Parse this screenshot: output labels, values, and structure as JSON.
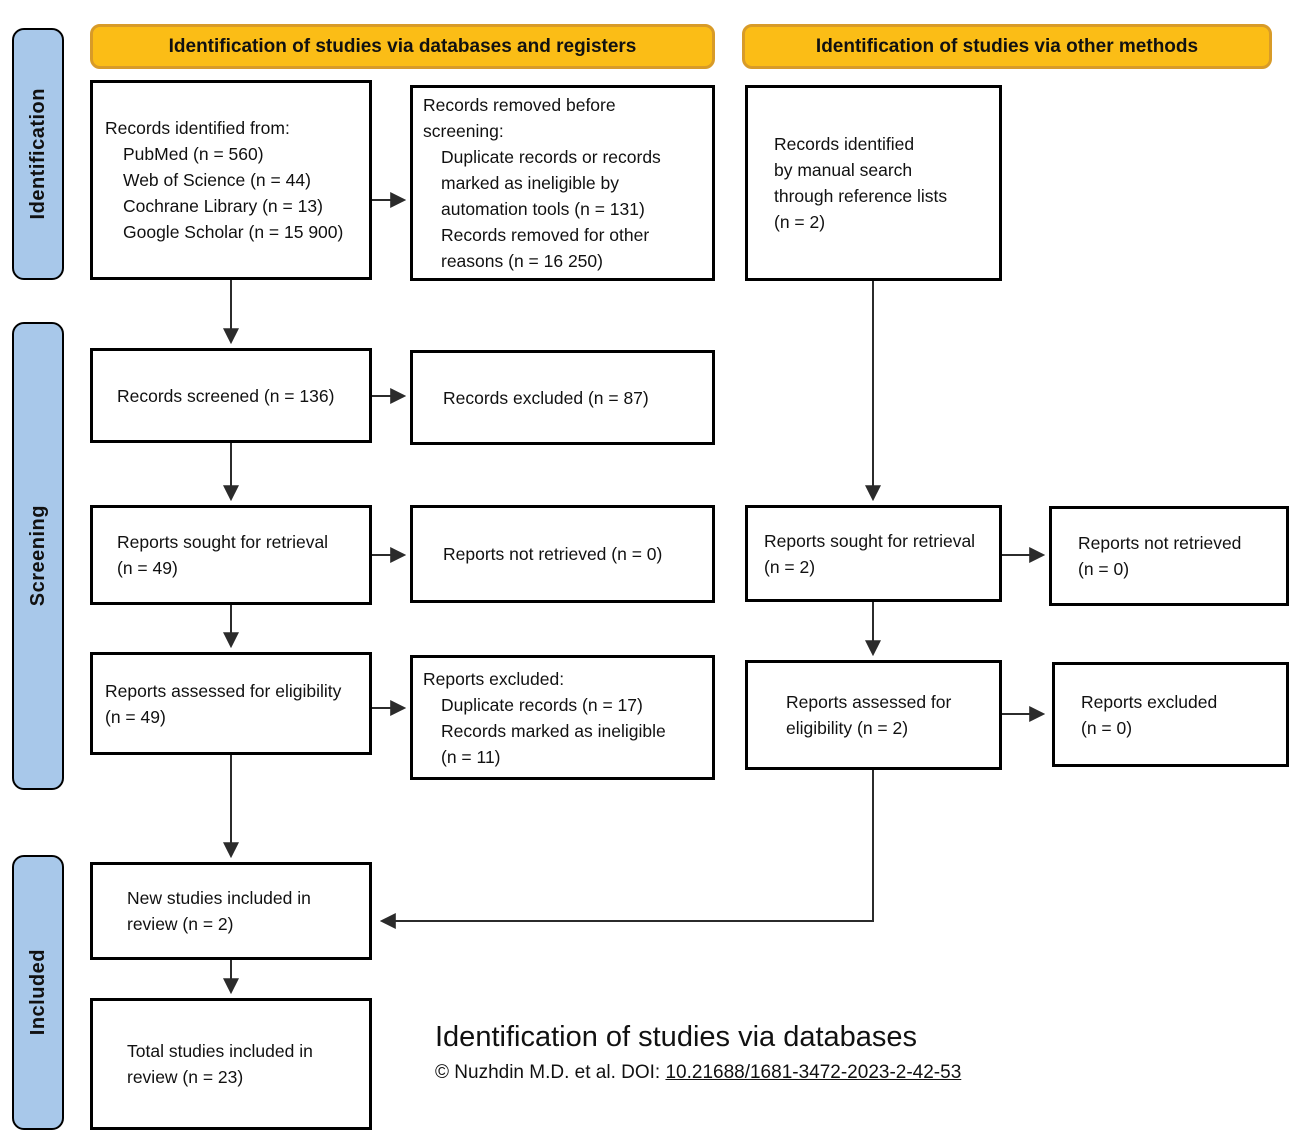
{
  "colors": {
    "header_fill": "#FBBD16",
    "header_border": "#D89B28",
    "sidebar_fill": "#A8C8EA",
    "box_border": "#000000",
    "line_color": "#2b2b2b"
  },
  "headers": {
    "left": "Identification of studies via databases and registers",
    "right": "Identification of studies via other methods"
  },
  "sidebar": {
    "identification": "Identification",
    "screening": "Screening",
    "included": "Included"
  },
  "boxes": {
    "records_identified": {
      "lines": [
        {
          "text": "Records identified from:",
          "indent": false
        },
        {
          "text": "PubMed (n = 560)",
          "indent": true
        },
        {
          "text": "Web of Science (n = 44)",
          "indent": true
        },
        {
          "text": "Cochrane Library (n = 13)",
          "indent": true
        },
        {
          "text": "Google Scholar (n = 15 900)",
          "indent": true
        }
      ]
    },
    "records_removed": {
      "lines": [
        {
          "text": "Records removed before",
          "indent": false
        },
        {
          "text": "screening:",
          "indent": false
        },
        {
          "text": "Duplicate records or records",
          "indent": true
        },
        {
          "text": "marked as ineligible by",
          "indent": true
        },
        {
          "text": "automation tools (n = 131)",
          "indent": true
        },
        {
          "text": "Records removed for other",
          "indent": true
        },
        {
          "text": "reasons (n = 16 250)",
          "indent": true
        }
      ]
    },
    "records_manual": {
      "lines": [
        {
          "text": "Records identified",
          "indent": false
        },
        {
          "text": " by manual search",
          "indent": false
        },
        {
          "text": "through reference lists",
          "indent": false
        },
        {
          "text": "(n = 2)",
          "indent": false
        }
      ]
    },
    "records_screened": {
      "lines": [
        {
          "text": "Records screened (n = 136)",
          "indent": false
        }
      ]
    },
    "records_excluded": {
      "lines": [
        {
          "text": "Records excluded (n = 87)",
          "indent": false
        }
      ]
    },
    "reports_sought_db": {
      "lines": [
        {
          "text": "Reports sought for retrieval",
          "indent": false
        },
        {
          "text": "(n = 49)",
          "indent": false
        }
      ]
    },
    "reports_not_retrieved_db": {
      "lines": [
        {
          "text": "Reports not retrieved (n = 0)",
          "indent": false
        }
      ]
    },
    "reports_assessed_db": {
      "lines": [
        {
          "text": "Reports assessed for eligibility",
          "indent": false
        },
        {
          "text": "(n = 49)",
          "indent": false
        }
      ]
    },
    "reports_excluded_db": {
      "lines": [
        {
          "text": "Reports excluded:",
          "indent": false
        },
        {
          "text": "Duplicate records (n = 17)",
          "indent": true
        },
        {
          "text": "Records marked as ineligible",
          "indent": true
        },
        {
          "text": "(n = 11)",
          "indent": true
        }
      ]
    },
    "reports_sought_other": {
      "lines": [
        {
          "text": "Reports sought for retrieval",
          "indent": false
        },
        {
          "text": "(n = 2)",
          "indent": false
        }
      ]
    },
    "reports_not_retrieved_other": {
      "lines": [
        {
          "text": "Reports not retrieved",
          "indent": false
        },
        {
          "text": "(n = 0)",
          "indent": false
        }
      ]
    },
    "reports_assessed_other": {
      "lines": [
        {
          "text": "Reports assessed for",
          "indent": false
        },
        {
          "text": "eligibility (n = 2)",
          "indent": false
        }
      ]
    },
    "reports_excluded_other": {
      "lines": [
        {
          "text": "Reports excluded",
          "indent": false
        },
        {
          "text": "(n = 0)",
          "indent": false
        }
      ]
    },
    "new_studies": {
      "lines": [
        {
          "text": "New studies included in",
          "indent": false
        },
        {
          "text": "review (n = 2)",
          "indent": false
        }
      ]
    },
    "total_studies": {
      "lines": [
        {
          "text": "Total studies included in",
          "indent": false
        },
        {
          "text": "review (n = 23)",
          "indent": false
        }
      ]
    }
  },
  "caption": {
    "title": "Identification of studies via databases",
    "copyright": "© Nuzhdin M.D. et al. DOI: ",
    "doi": "10.21688/1681-3472-2023-2-42-53"
  }
}
